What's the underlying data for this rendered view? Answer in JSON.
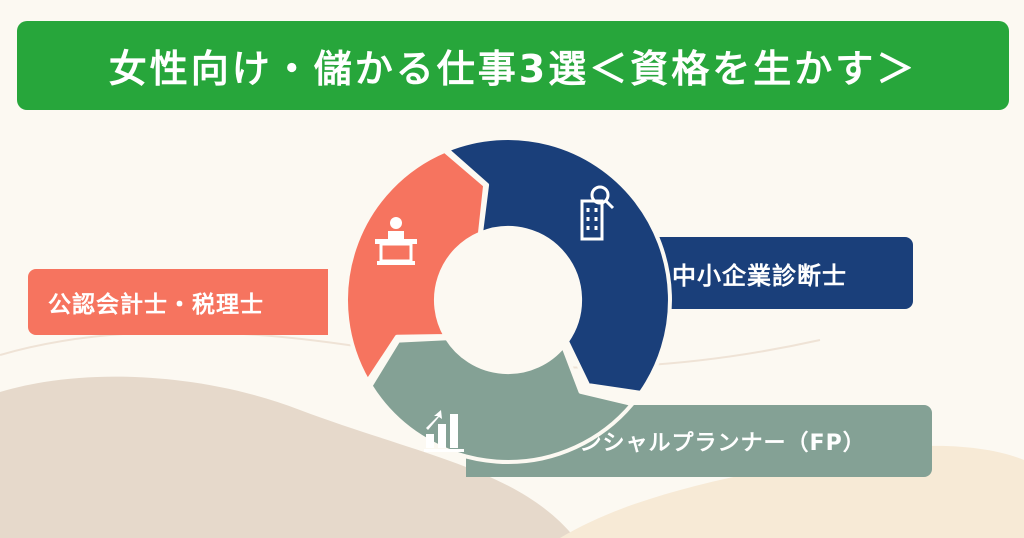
{
  "title": "女性向け・儲かる仕事3選＜資格を生かす＞",
  "colors": {
    "title_bg": "#27a63b",
    "accountant": "#f6745f",
    "consultant": "#1a3f7a",
    "planner": "#84a195",
    "background": "#fcf9f2"
  },
  "items": [
    {
      "label": "公認会計士・税理士",
      "icon": "podium-speaker-icon"
    },
    {
      "label": "中小企業診断士",
      "icon": "building-search-icon"
    },
    {
      "label": "ファイナンシャルプランナー（FP）",
      "icon": "bar-chart-growth-icon"
    }
  ]
}
